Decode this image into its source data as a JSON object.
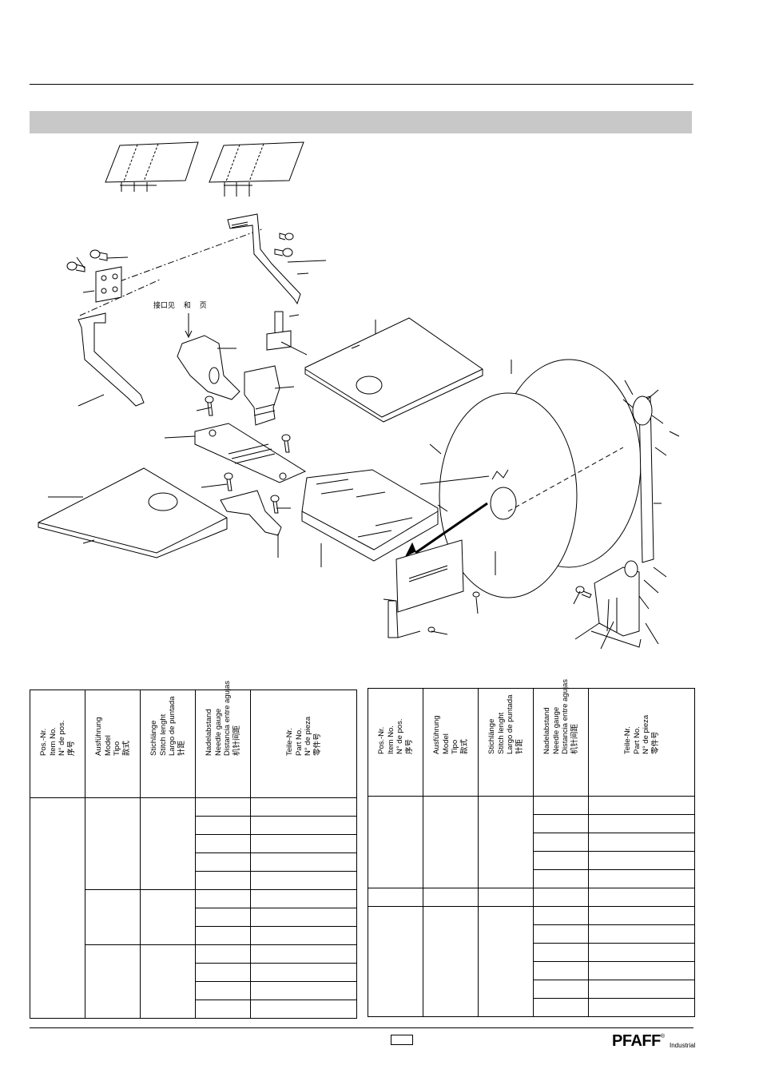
{
  "annotation": [
    "接口见",
    "和",
    "页"
  ],
  "table_headers": {
    "pos": [
      "Pos.-Nr.",
      "Item No.",
      "N° de pos.",
      "序号"
    ],
    "model": [
      "Ausführung",
      "Model",
      "Tipo",
      "款式"
    ],
    "stitch": [
      "Stichlänge",
      "Stitch lenght",
      "Largo de puntada",
      "针距"
    ],
    "gauge": [
      "Nadelabstand",
      "Needle gauge",
      "Distancia entre agujas",
      "机针间距"
    ],
    "part": [
      "Teile-Nr.",
      "Part No.",
      "N° de pieza",
      "零件号"
    ]
  },
  "brand": {
    "name": "PFAFF",
    "reg": "®",
    "sub": "Industrial"
  }
}
